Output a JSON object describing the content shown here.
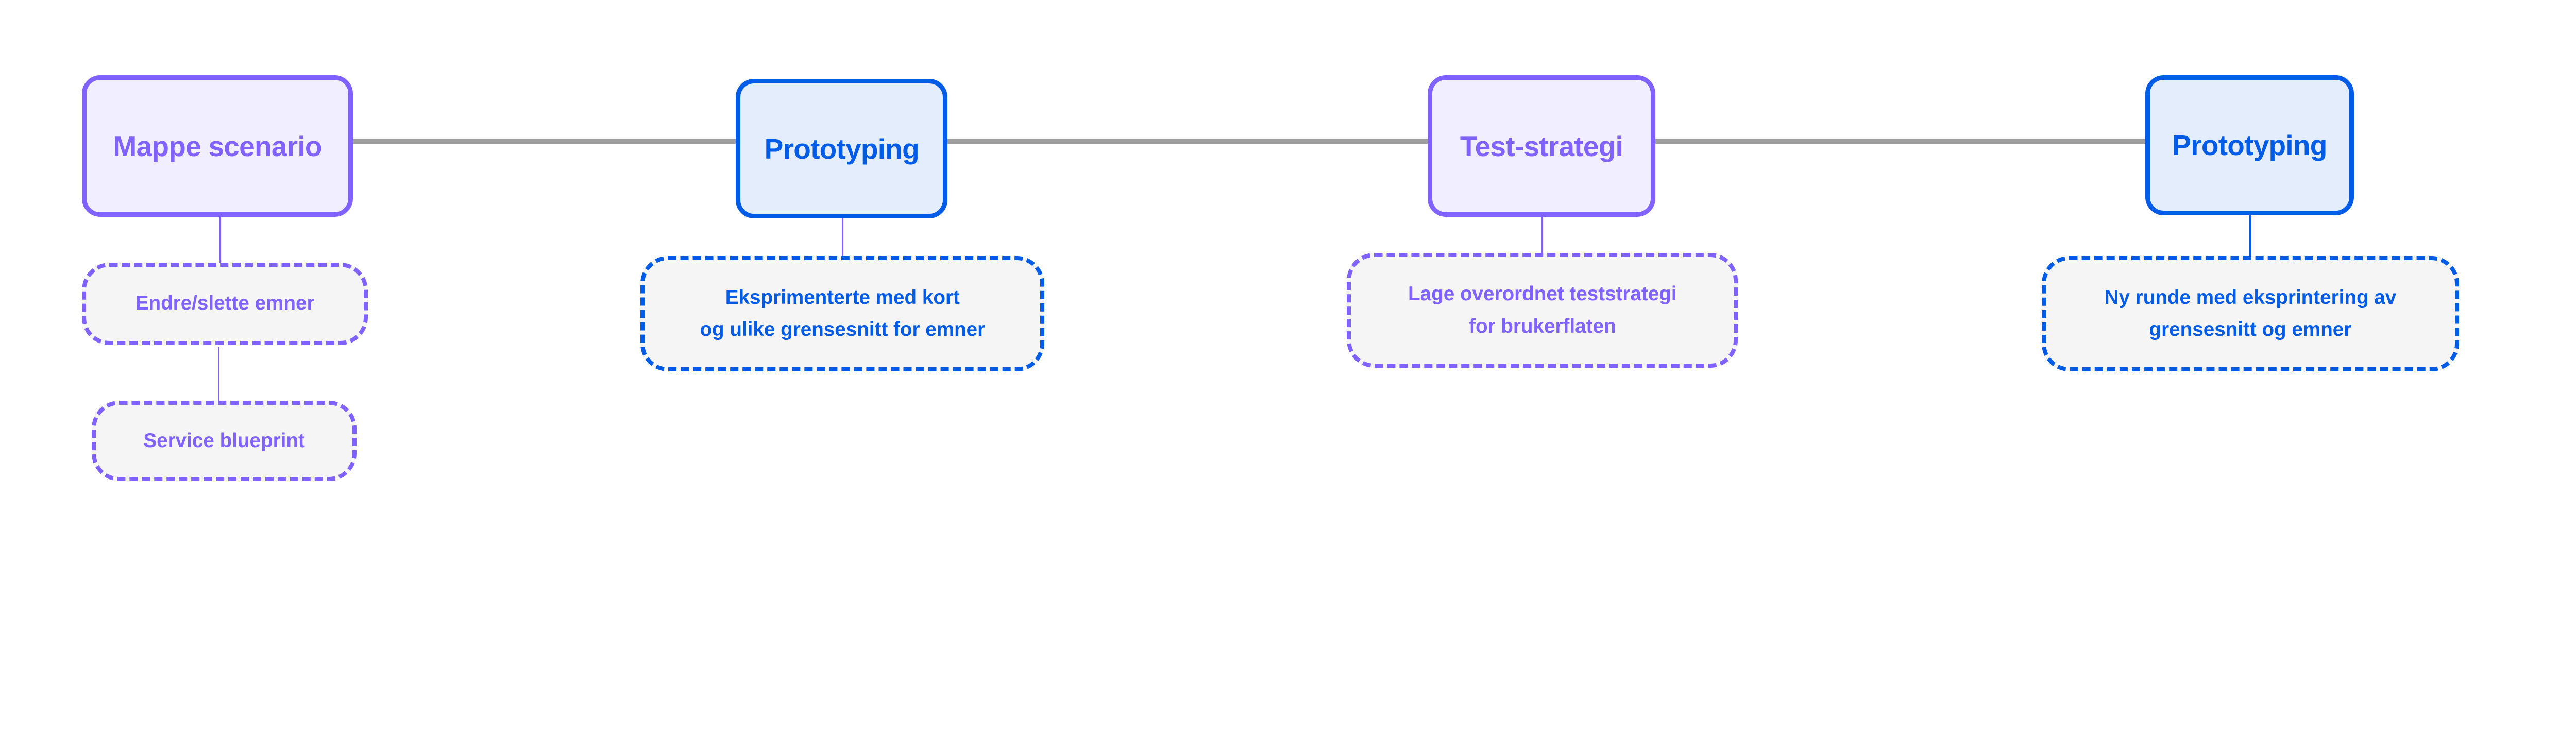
{
  "colors": {
    "purple": "#7f62ff",
    "purple_fill": "#f1eeff",
    "blue": "#005be6",
    "blue_fill": "#e3edfb",
    "note_fill": "#f5f5f5",
    "timeline": "#9e9e9e"
  },
  "stages": [
    {
      "title": "Mappe scenario",
      "notes": [
        "Endre/slette emner",
        "Service blueprint"
      ]
    },
    {
      "title": "Prototyping",
      "notes": [
        "Ekspri­menterte med kort\nog ulike grensesnitt for emner"
      ]
    },
    {
      "title": "Test-strategi",
      "notes": [
        "Lage overordnet teststrategi\nfor brukerflaten"
      ]
    },
    {
      "title": "Prototyping",
      "notes": [
        "Ny runde med eksprintering av\ngrensesnitt og emner"
      ]
    }
  ]
}
